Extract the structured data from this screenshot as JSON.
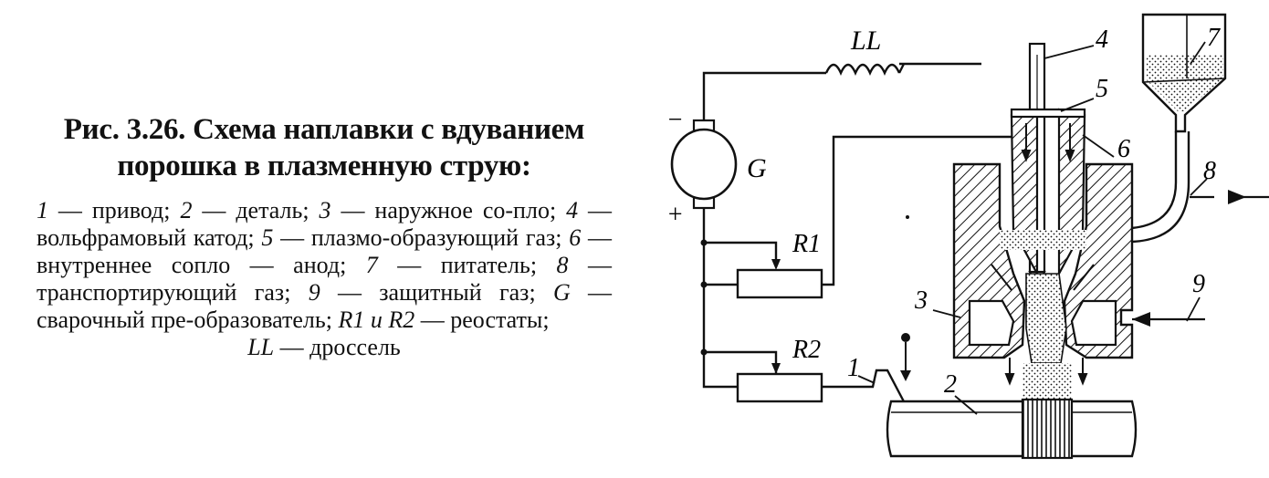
{
  "caption": {
    "title_line1": "Рис. 3.26. Схема наплавки с вдуванием",
    "title_line2": "порошка в плазменную струю:",
    "legend": [
      {
        "num": "1",
        "text": "привод;"
      },
      {
        "num": "2",
        "text": "деталь;"
      },
      {
        "num": "3",
        "text": "наружное со-пло;"
      },
      {
        "num": "4",
        "text": "вольфрамовый катод;"
      },
      {
        "num": "5",
        "text": "плазмо-образующий газ;"
      },
      {
        "num": "6",
        "text": "внутреннее сопло — анод;"
      },
      {
        "num": "7",
        "text": "питатель;"
      },
      {
        "num": "8",
        "text": "транспортирующий газ;"
      },
      {
        "num": "9",
        "text": "защитный газ;"
      },
      {
        "num": "G",
        "text": "сварочный пре-образователь;"
      },
      {
        "num": "R1 и R2",
        "text": "реостаты;"
      },
      {
        "num": "LL",
        "text": "дроссель"
      }
    ]
  },
  "diagram": {
    "labels": {
      "LL": "LL",
      "G": "G",
      "R1": "R1",
      "R2": "R2",
      "minus": "−",
      "plus": "+",
      "n1": "1",
      "n2": "2",
      "n3": "3",
      "n4": "4",
      "n5": "5",
      "n6": "6",
      "n7": "7",
      "n8": "8",
      "n9": "9"
    }
  }
}
